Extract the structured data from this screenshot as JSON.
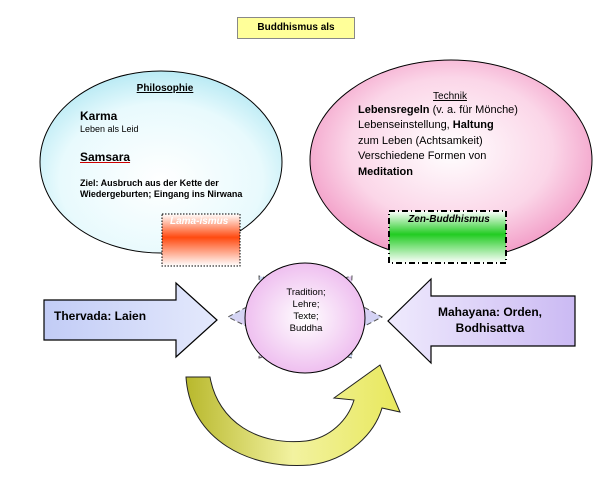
{
  "title": "Buddhismus als",
  "philosophy": {
    "heading": "Philosophie",
    "karma": "Karma",
    "karma_sub": "Leben als Leid",
    "samsara": "Samsara",
    "ziel": "Ziel: Ausbruch aus der Kette der Wiedergeburten; Eingang ins Nirwana",
    "lama_label": "Lama-ismus"
  },
  "technique": {
    "heading": "Technik",
    "line1_bold": "Lebensregeln",
    "line1_rest": " (v. a. für Mönche)",
    "line2_pre": "Lebenseinstellung, ",
    "line2_bold": "Haltung",
    "line3": "zum Leben (Achtsamkeit)",
    "line4": "Verschiedene Formen von",
    "line5_bold": "Meditation",
    "zen_label": "Zen-Buddhismus"
  },
  "center": {
    "line1": "Tradition;",
    "line2": "Lehre;",
    "line3": "Texte;",
    "line4": "Buddha"
  },
  "left_arrow": "Thervada: Laien",
  "right_arrow": {
    "line1": "Mahayana: Orden,",
    "line2": "Bodhisattva"
  },
  "colors": {
    "title_bg": "#ffff99",
    "philosophy_fill": "#dff6fb",
    "technique_fill": "#f9b3d3",
    "lama_fill": "#ff5a1f",
    "zen_fill": "#3fd43f",
    "left_arrow_fill": "#c9d2f7",
    "right_arrow_fill": "#d6c8f5",
    "center_fill": "#f0c9f1",
    "curve_fill": "#d4d44a"
  }
}
